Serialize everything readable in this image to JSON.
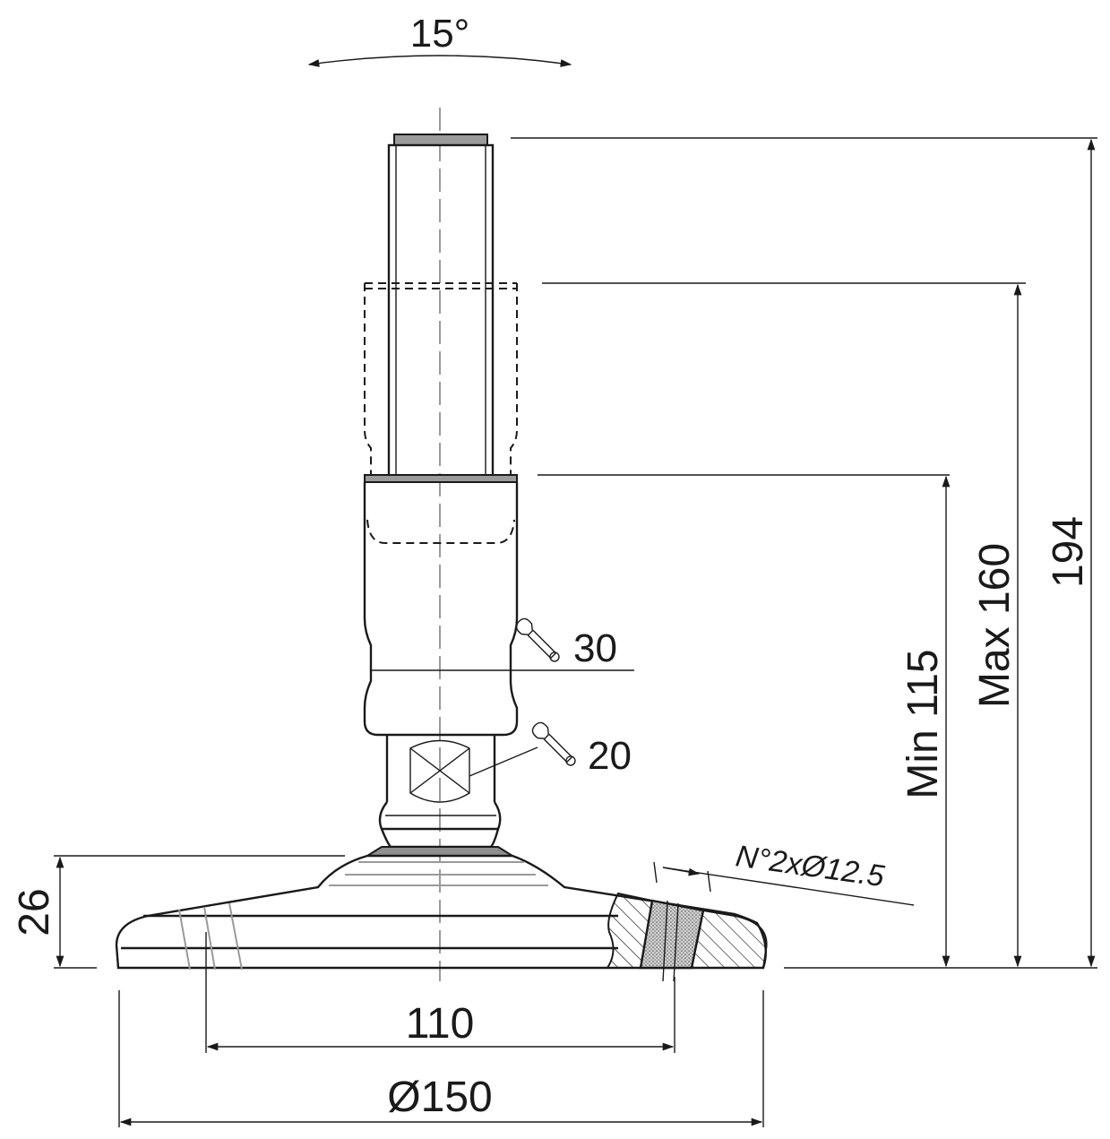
{
  "labels": {
    "tilt_angle": "15°",
    "total_height": "194",
    "max_height": "Max 160",
    "min_height": "Min 115",
    "wrench_large": "30",
    "wrench_small": "20",
    "holes": "N°2xØ12.5",
    "base_height": "26",
    "hole_spacing": "110",
    "base_diameter": "Ø150"
  },
  "icons": {
    "wrench_large": "wrench-icon",
    "wrench_small": "wrench-icon"
  },
  "colors": {
    "line": "#1a1a1a",
    "hidden_detail": "#9a9a9a",
    "section_fill": "#bdbdbd"
  }
}
